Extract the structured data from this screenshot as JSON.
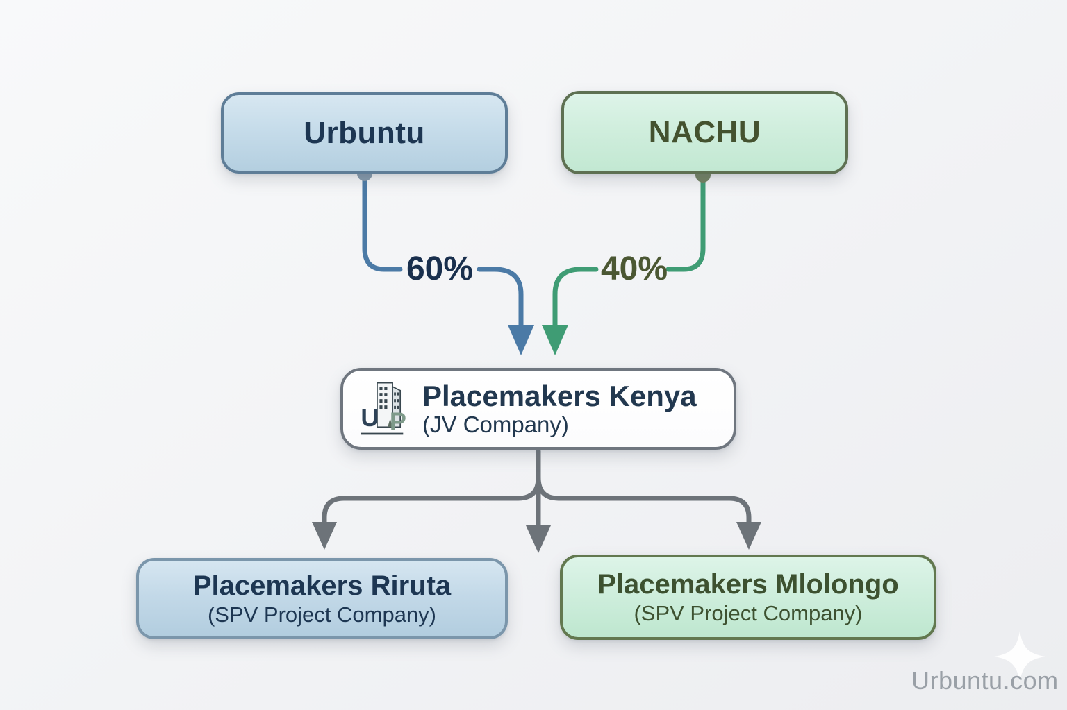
{
  "diagram": {
    "parents": [
      {
        "id": "urbuntu",
        "label": "Urbuntu",
        "ownership": "60%"
      },
      {
        "id": "nachu",
        "label": "NACHU",
        "ownership": "40%"
      }
    ],
    "jv": {
      "name": "Placemakers Kenya",
      "subtitle": "(JV Company)",
      "logo": {
        "left_letter": "U",
        "right_letter": "P"
      }
    },
    "spvs": [
      {
        "name": "Placemakers Riruta",
        "subtitle": "(SPV Project Company)"
      },
      {
        "name": "Placemakers Mlolongo",
        "subtitle": "(SPV Project Company)"
      }
    ],
    "watermark": "Urbuntu.com",
    "colors": {
      "urbuntu_fill": "#c6dcea",
      "urbuntu_border": "#5e7d97",
      "urbuntu_text": "#1d3652",
      "nachu_fill": "#d0eedd",
      "nachu_border": "#5e7052",
      "nachu_text": "#44522f",
      "jv_border": "#6f767f",
      "jv_text": "#22384f",
      "blue_connector": "#4b7aa6",
      "green_connector": "#3f9c74",
      "gray_connector": "#6d7379",
      "blue_dot": "#8398aa",
      "green_dot": "#71805f",
      "watermark_text": "#9aa0a7",
      "background": "#f3f4f6"
    }
  }
}
